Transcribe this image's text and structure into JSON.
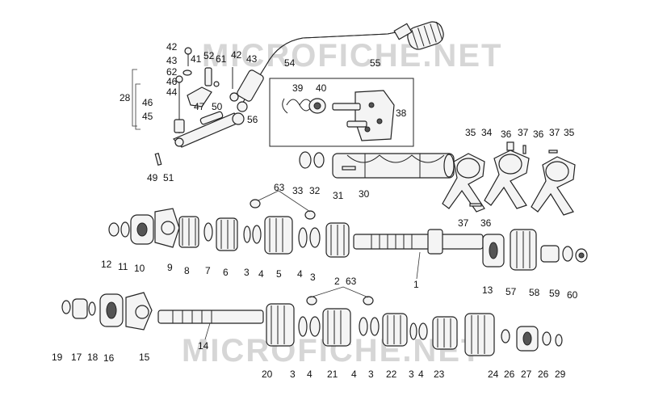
{
  "watermark": "MICROFICHE.NET",
  "labels": [
    "42",
    "41",
    "52",
    "61",
    "42",
    "43",
    "54",
    "55",
    "43",
    "62",
    "46",
    "44",
    "46",
    "45",
    "28",
    "47",
    "50",
    "39",
    "40",
    "38",
    "56",
    "49",
    "51",
    "35",
    "34",
    "36",
    "37",
    "37",
    "36",
    "35",
    "33",
    "32",
    "31",
    "30",
    "37",
    "36",
    "63",
    "12",
    "11",
    "10",
    "9",
    "8",
    "7",
    "6",
    "3",
    "4",
    "5",
    "4",
    "3",
    "2",
    "1",
    "13",
    "57",
    "58",
    "59",
    "60",
    "63",
    "19",
    "17",
    "18",
    "16",
    "15",
    "14",
    "20",
    "3",
    "4",
    "21",
    "4",
    "3",
    "22",
    "3",
    "4",
    "23",
    "24",
    "26",
    "27",
    "26",
    "29"
  ]
}
